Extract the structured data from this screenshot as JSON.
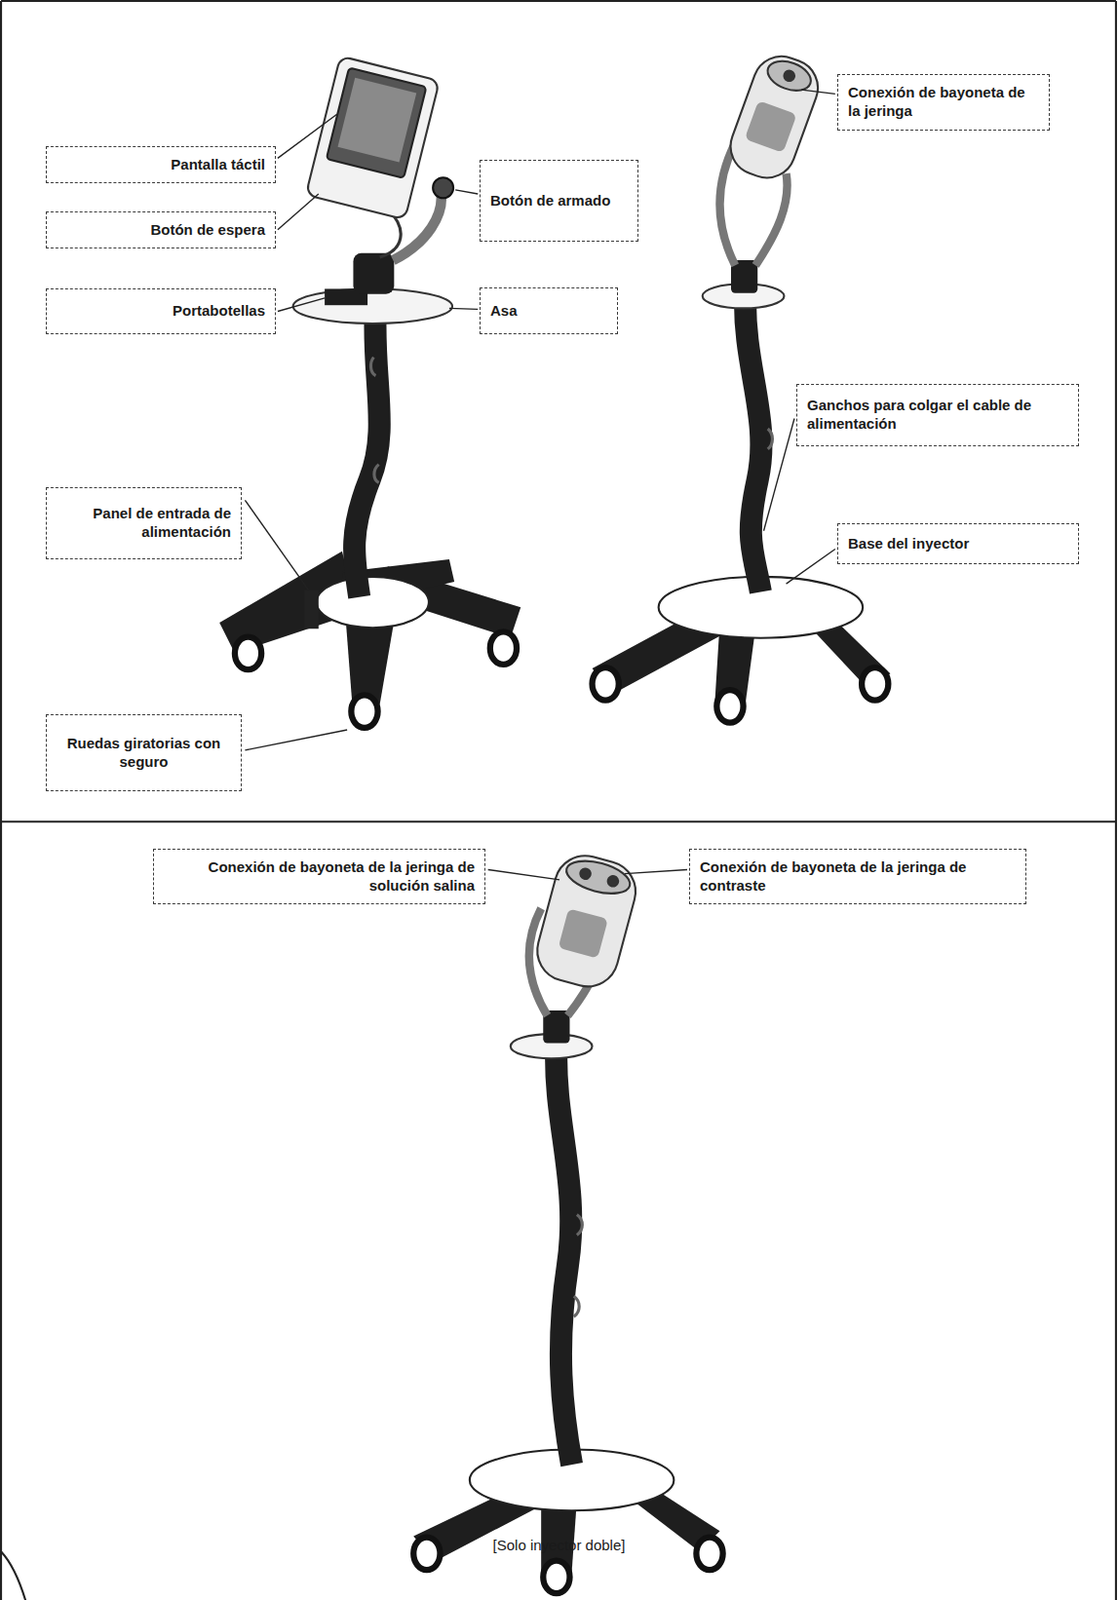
{
  "diagram": {
    "caption": "[Solo inyector doble]",
    "nodes": [
      {
        "text": [
          "Pantalla táctil"
        ]
      },
      {
        "text": [
          "Conexión de bayoneta de la jeringa"
        ]
      },
      {
        "text": [
          "Botón de espera"
        ]
      },
      {
        "text": [
          "Botón de armado"
        ]
      },
      {
        "text": [
          "Portabotellas"
        ]
      },
      {
        "text": [
          "Asa"
        ]
      },
      {
        "text": [
          "Ganchos para colgar el cable de alimentación"
        ]
      },
      {
        "text": [
          "Panel de entrada de alimentación"
        ]
      },
      {
        "text": [
          "Base del inyector"
        ]
      },
      {
        "text": [
          "Ruedas giratorias con seguro"
        ]
      },
      {
        "text": [
          "Conexión de bayoneta de la jeringa de solución salina"
        ]
      },
      {
        "text": [
          "Conexión de bayoneta de la jeringa de contraste"
        ]
      }
    ]
  }
}
